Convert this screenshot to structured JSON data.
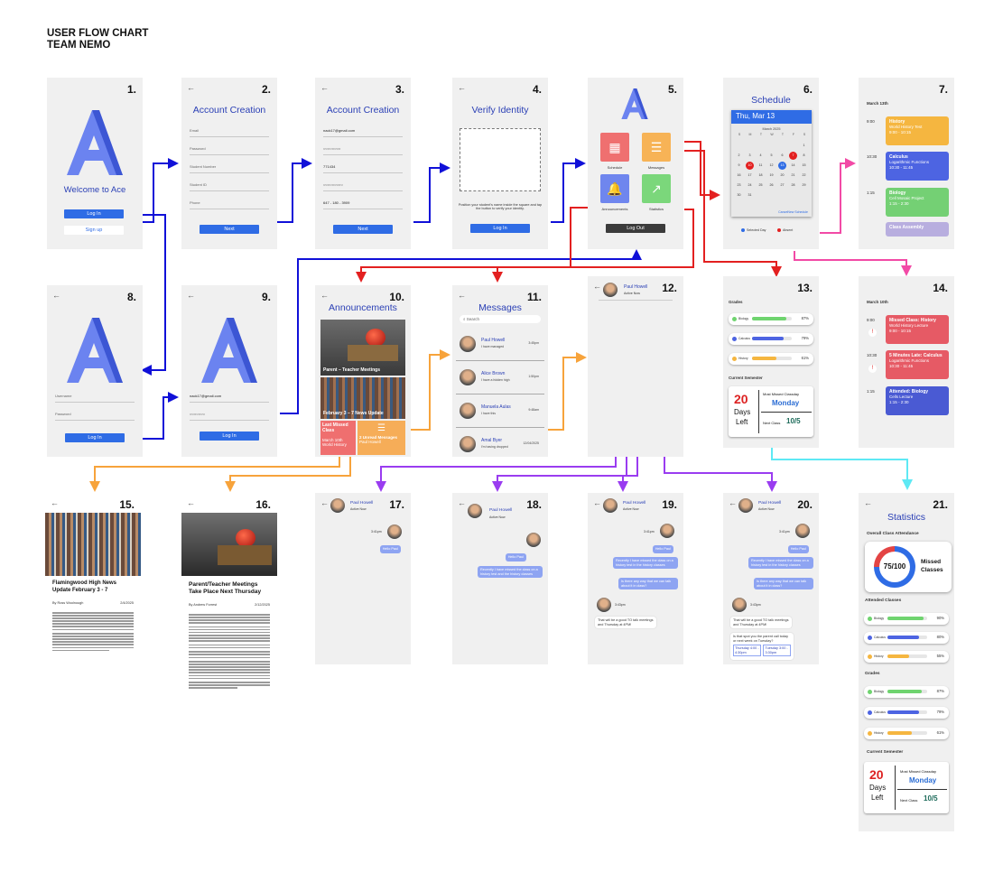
{
  "title": {
    "line1": "USER FLOW CHART",
    "line2": "TEAM NEMO"
  },
  "screens": {
    "s1": {
      "num": "1.",
      "welcome": "Welcome to Ace",
      "login": "Log In",
      "signup": "Sign up"
    },
    "s2": {
      "num": "2.",
      "heading": "Account Creation",
      "fields": [
        "Email",
        "Password",
        "Student Number",
        "Student ID",
        "Phone"
      ],
      "next": "Next"
    },
    "s3": {
      "num": "3.",
      "heading": "Account Creation",
      "fields": [
        "nack17@gmail.com",
        "○○○○○○○○",
        "771434",
        "○○○○○○○○○",
        "647 - 180 - 3909"
      ],
      "next": "Next"
    },
    "s4": {
      "num": "4.",
      "heading": "Verify Identity",
      "instructions": "Position your student's name inside the square and tap the button to verify your identity.",
      "login": "Log In"
    },
    "s5": {
      "num": "5.",
      "tiles": [
        "Schedule",
        "Messages",
        "Announcements",
        "Statistics"
      ],
      "logout": "Log Out"
    },
    "s6": {
      "num": "6.",
      "heading": "Schedule",
      "date": "Thu, Mar 13",
      "month": "March 2025",
      "weekdays": [
        "S",
        "M",
        "T",
        "W",
        "T",
        "F",
        "S"
      ],
      "days": [
        "1",
        "2",
        "3",
        "4",
        "5",
        "6",
        "7",
        "8",
        "9",
        "10",
        "11",
        "12",
        "13",
        "14",
        "15",
        "16",
        "17",
        "18",
        "19",
        "20",
        "21",
        "22",
        "23",
        "24",
        "25",
        "26",
        "27",
        "28",
        "29",
        "30",
        "31"
      ],
      "cancel": "Cancel",
      "newSchedule": "New Schedule",
      "legend": [
        "Selected Day",
        "Absent"
      ]
    },
    "s7": {
      "num": "7.",
      "date": "March 13th",
      "times": [
        "9:00",
        "10:30",
        "1:15"
      ],
      "cards": [
        {
          "title": "History",
          "sub": "World History Test",
          "time": "9:00 - 10:15"
        },
        {
          "title": "Calculus",
          "sub": "Logarithmic Functions",
          "time": "10:30 - 11:45"
        },
        {
          "title": "Biology",
          "sub": "Cell Mosaic Project",
          "time": "1:15 - 2:30"
        },
        {
          "title": "Class Assembly",
          "sub": "",
          "time": ""
        }
      ]
    },
    "s8": {
      "num": "8.",
      "username": "Username",
      "password": "Password",
      "login": "Log In"
    },
    "s9": {
      "num": "9.",
      "username": "nack17@gmail.com",
      "password": "○○○○○○○",
      "login": "Log In"
    },
    "s10": {
      "num": "10.",
      "heading": "Announcements",
      "cap1": "Parent – Teacher Meetings",
      "cap2": "February 3 – 7 News Update",
      "missed": "Last Missed Class",
      "missedDate": "March 10th",
      "missedSub": "World History",
      "unreadTitle": "2 Unread Messages",
      "unreadSub": "Paul Howell"
    },
    "s11": {
      "num": "11.",
      "heading": "Messages",
      "search": "Search",
      "contacts": [
        {
          "name": "Paul Howell",
          "msg": "I have managed",
          "time": "3:45pm"
        },
        {
          "name": "Alice Brown",
          "msg": "I have a hidden high",
          "time": "1:50pm"
        },
        {
          "name": "Manuela Aulas",
          "msg": "I have this",
          "time": "9:48am"
        },
        {
          "name": "Amal Byer",
          "msg": "I'm having dropped",
          "time": "12/04/2025"
        }
      ]
    },
    "s12": {
      "num": "12.",
      "name": "Paul Howell",
      "status": "Active Now"
    },
    "s13": {
      "num": "13.",
      "grades": "Grades",
      "subjects": [
        "Biology",
        "Calculus",
        "History"
      ],
      "pcts": [
        "87%",
        "79%",
        "61%"
      ],
      "semester": "Current Semester",
      "daysNum": "20",
      "daysWord": "Days",
      "left": "Left",
      "mostMissed": "Most Missed Classday",
      "monday": "Monday",
      "nextClass": "Next Class",
      "nextVal": "10/5"
    },
    "s14": {
      "num": "14.",
      "date": "March 10th",
      "times": [
        "9:00",
        "10:30",
        "1:15"
      ],
      "cards": [
        {
          "title": "Missed Class: History",
          "sub": "World History Lecture",
          "time": "9:00 - 10:15"
        },
        {
          "title": "5 Minutes Late: Calculus",
          "sub": "Logarithmic Functions",
          "time": "10:30 - 11:45"
        },
        {
          "title": "Attended: Biology",
          "sub": "Cells Lecture",
          "time": "1:15 - 2:30"
        }
      ]
    },
    "s15": {
      "num": "15.",
      "headline": "Flamingwood High News Update February 3 - 7",
      "author": "By Ross Woolnough",
      "date": "2/4/2025"
    },
    "s16": {
      "num": "16.",
      "headline": "Parent/Teacher Meetings Take Place Next Thursday",
      "author": "By Andrew Forrest",
      "date": "2/12/2025"
    },
    "s17": {
      "num": "17.",
      "name": "Paul Howell",
      "status": "Active Now",
      "time": "3:41pm",
      "msgs": [
        "Hello Paul"
      ]
    },
    "s18": {
      "num": "18.",
      "name": "Paul Howell",
      "status": "Active Now",
      "msgs": [
        "Hello Paul",
        "Recently I have missed the class on a history test and the history classes"
      ]
    },
    "s19": {
      "num": "19.",
      "name": "Paul Howell",
      "status": "Active Now",
      "time": "3:41pm",
      "time2": "3:43pm",
      "msgs": [
        "Hello Paul",
        "Recently I have missed the class on a history test in the history classes",
        "Is there any way that we can talk about it in class?",
        "That will be a good TO talk meetings and Thursday at 4PM!"
      ]
    },
    "s20": {
      "num": "20.",
      "name": "Paul Howell",
      "status": "Active Now",
      "time": "3:41pm",
      "time2": "3:43pm",
      "msgs": [
        "Hello Paul",
        "Recently I have missed the class on a history test in the history classes",
        "Is there any way that we can talk about it in class?",
        "That will be a good TO talk meetings and Thursday at 4PM!",
        "Is that spot you the parent call today or next week on Tuesday?"
      ],
      "opts": [
        "Thursday 4:00 - 4:30pm",
        "Tuesday 3:00 - 3:30pm"
      ]
    },
    "s21": {
      "num": "21.",
      "heading": "Statistics",
      "attendanceTitle": "Overall Class Attendance",
      "attendance": "75/100",
      "missed": "Missed Classes",
      "attendedTitle": "Attended Classes",
      "subjects": [
        "Biology",
        "Calculus",
        "History"
      ],
      "attended": [
        "90%",
        "80%",
        "55%"
      ],
      "grades": "Grades",
      "gradePcts": [
        "87%",
        "79%",
        "61%"
      ],
      "semester": "Current Semester",
      "daysNum": "20",
      "daysWord": "Days",
      "left": "Left",
      "mostMissed": "Most Missed Classday",
      "monday": "Monday",
      "nextClass": "Next Class",
      "nextVal": "10/5"
    }
  },
  "colors": {
    "blue": "#2a3fb5",
    "red": "#e32020",
    "orange": "#f7a33b",
    "purple": "#9a3cf0",
    "pink": "#f24aa6",
    "cyan": "#5ee9f4",
    "navy": "#1010d8"
  }
}
